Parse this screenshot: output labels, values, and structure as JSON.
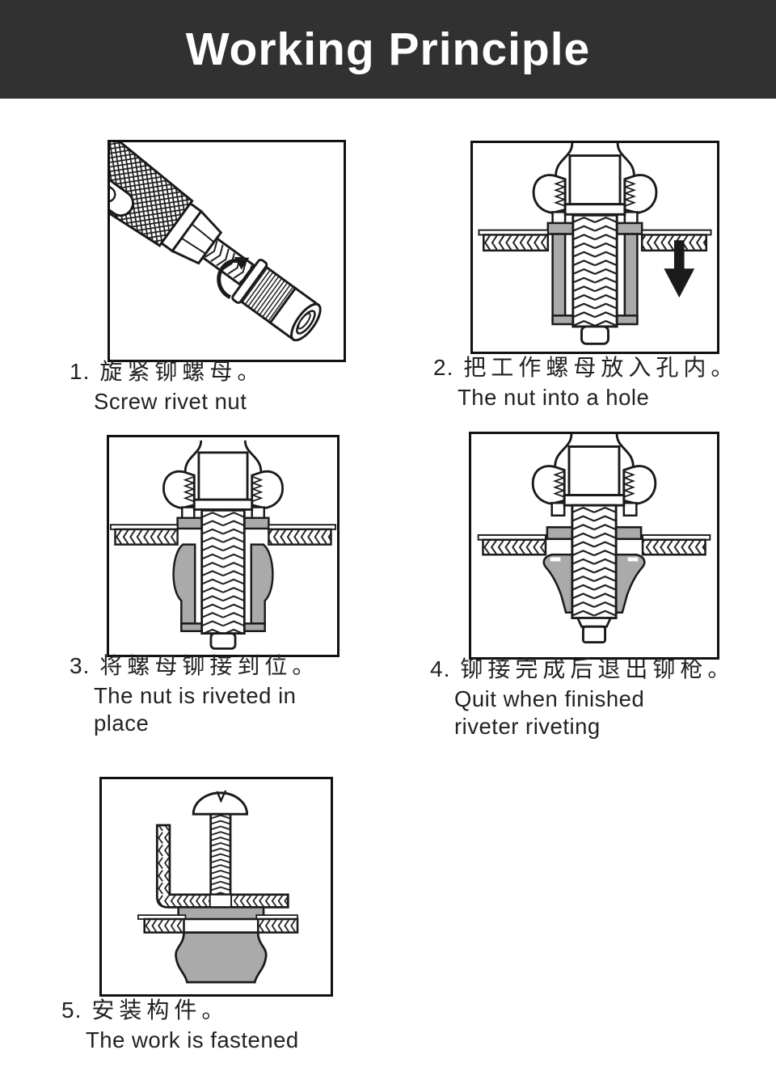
{
  "header": {
    "title": "Working Principle",
    "background_color": "#313131",
    "text_color": "#ffffff"
  },
  "steps": [
    {
      "num": "1.",
      "zh": "旋紧铆螺母。",
      "en": "Screw rivet nut",
      "illustration": "riveter-tool-screwing-rivet-nut",
      "icons": [
        "rotation-arrow-icon"
      ]
    },
    {
      "num": "2.",
      "zh": "把工作螺母放入孔内。",
      "en": "The nut into a hole",
      "illustration": "rivet-nut-inserted-into-hole-cross-section",
      "icons": [
        "down-arrow-icon"
      ]
    },
    {
      "num": "3.",
      "zh": "将螺母铆接到位。",
      "en": "The nut is riveted in place",
      "illustration": "rivet-nut-bulged-riveted-cross-section",
      "icons": []
    },
    {
      "num": "4.",
      "zh": "铆接完成后退出铆枪。",
      "en": "Quit when finished riveter riveting",
      "illustration": "riveter-withdrawing-after-riveting",
      "icons": []
    },
    {
      "num": "5.",
      "zh": "安装构件。",
      "en": "The work is fastened",
      "illustration": "screw-fastening-bracket-to-installed-nut",
      "icons": []
    }
  ],
  "colors": {
    "line": "#1a1a1a",
    "metal_gray": "#aaaaaa",
    "banner": "#313131"
  }
}
